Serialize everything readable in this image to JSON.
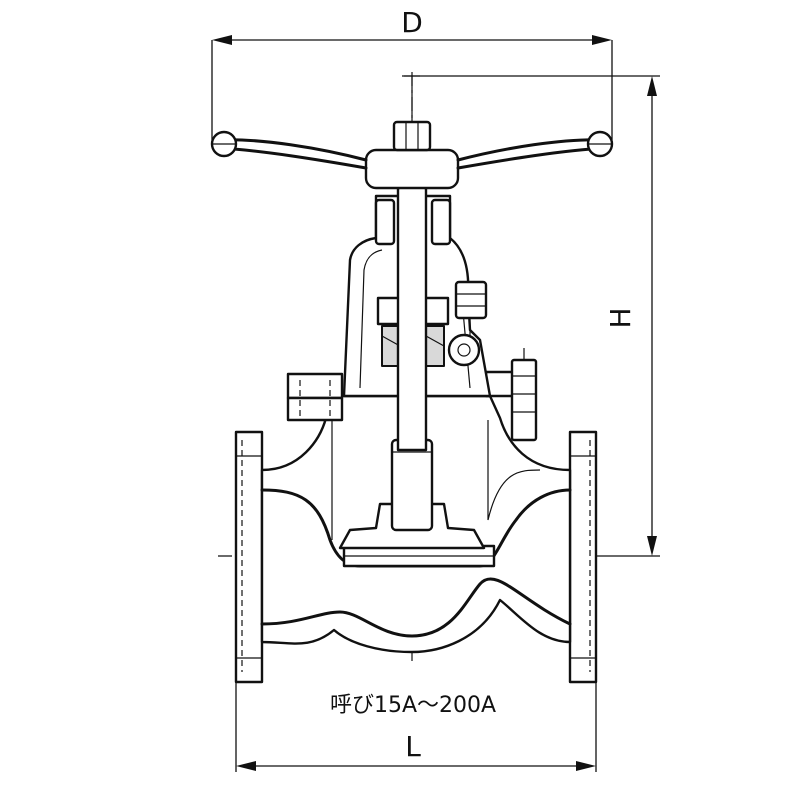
{
  "dimensions": {
    "diameter_label": "D",
    "height_label": "H",
    "length_label": "L"
  },
  "note": "呼び15A～200A"
}
